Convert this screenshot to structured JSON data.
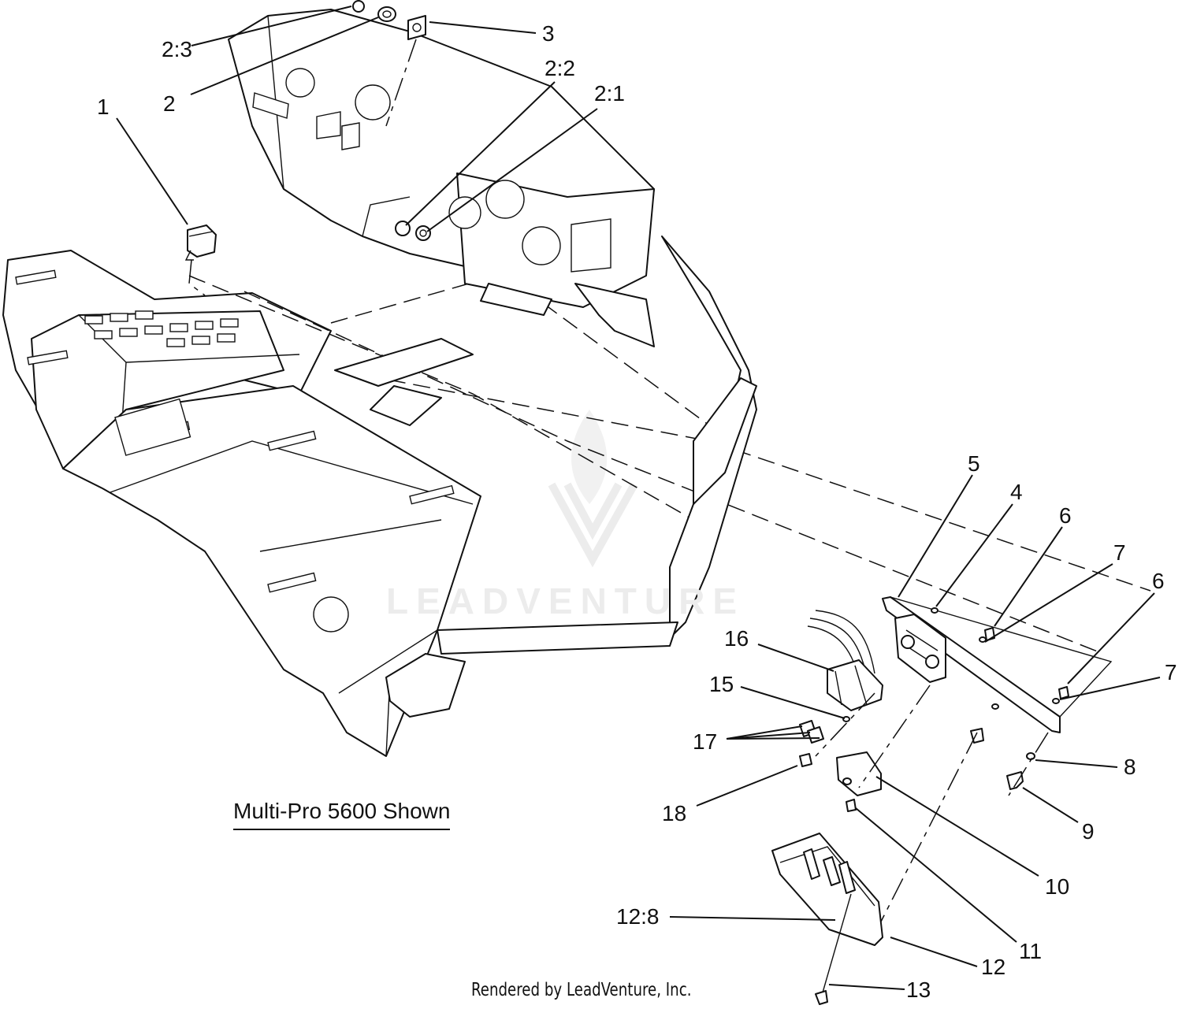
{
  "caption": "Multi-Pro 5600 Shown",
  "credit": "Rendered by LeadVenture, Inc.",
  "watermark": "LEADVENTURE",
  "callouts": [
    {
      "id": "1",
      "label": "1"
    },
    {
      "id": "2",
      "label": "2"
    },
    {
      "id": "2-1",
      "label": "2:1"
    },
    {
      "id": "2-2",
      "label": "2:2"
    },
    {
      "id": "2-3",
      "label": "2:3"
    },
    {
      "id": "3",
      "label": "3"
    },
    {
      "id": "4",
      "label": "4"
    },
    {
      "id": "5",
      "label": "5"
    },
    {
      "id": "6a",
      "label": "6"
    },
    {
      "id": "6b",
      "label": "6"
    },
    {
      "id": "7a",
      "label": "7"
    },
    {
      "id": "7b",
      "label": "7"
    },
    {
      "id": "8",
      "label": "8"
    },
    {
      "id": "9",
      "label": "9"
    },
    {
      "id": "10",
      "label": "10"
    },
    {
      "id": "11",
      "label": "11"
    },
    {
      "id": "12",
      "label": "12"
    },
    {
      "id": "12-8",
      "label": "12:8"
    },
    {
      "id": "13",
      "label": "13"
    },
    {
      "id": "15",
      "label": "15"
    },
    {
      "id": "16",
      "label": "16"
    },
    {
      "id": "17",
      "label": "17"
    },
    {
      "id": "18",
      "label": "18"
    }
  ]
}
